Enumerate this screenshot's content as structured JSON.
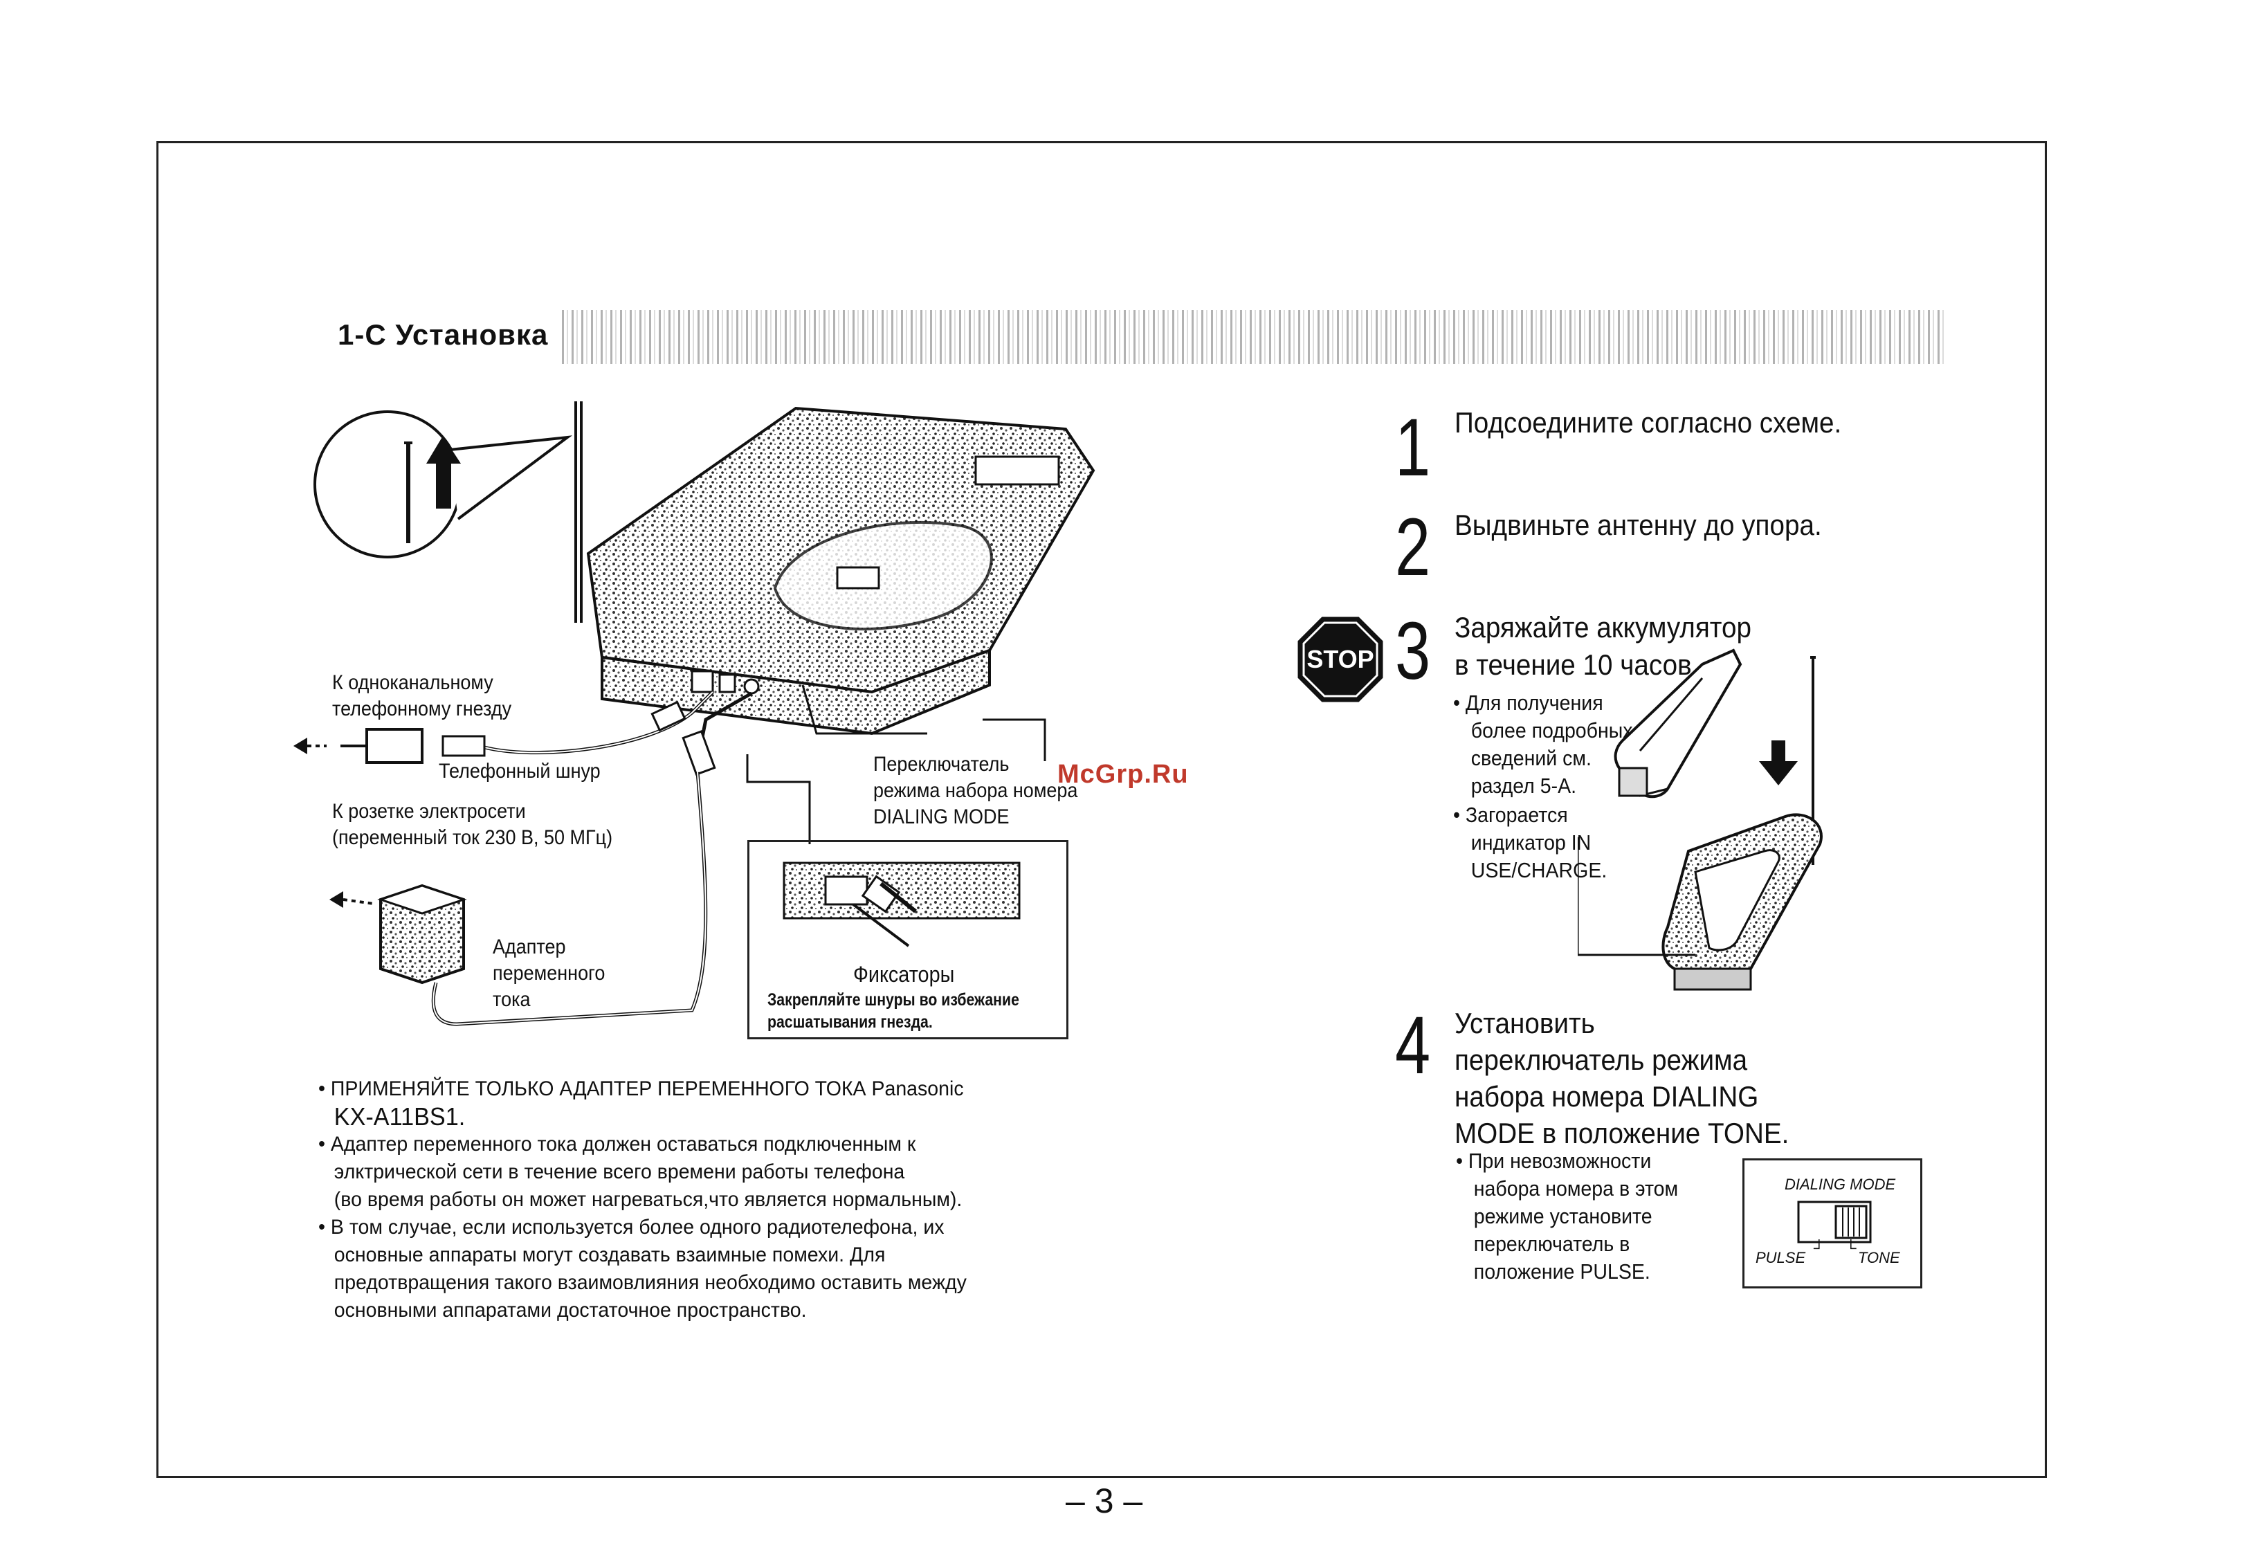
{
  "section": {
    "title": "1-C Установка"
  },
  "steps": [
    {
      "number": "1",
      "lines": [
        "Подсоедините согласно схеме."
      ]
    },
    {
      "number": "2",
      "lines": [
        "Выдвиньте антенну до упора."
      ]
    },
    {
      "number": "3",
      "lines": [
        "Заряжайте аккумулятор",
        "в течение 10 часов."
      ],
      "bullets": [
        [
          "• Для получения",
          "более подробных",
          "сведений см.",
          "раздел 5-А."
        ],
        [
          "• Загорается",
          "индикатор IN",
          "USE/CHARGE."
        ]
      ]
    },
    {
      "number": "4",
      "lines": [
        "Установить",
        "переключатель режима",
        "набора номера DIALING",
        "MODE в положение TONE."
      ],
      "bullets": [
        [
          "• При невозможности",
          "набора номера в этом",
          "режиме установите",
          "переключатель в",
          "положение PULSE."
        ]
      ]
    }
  ],
  "stop_label": "STOP",
  "diagram_labels": {
    "jack": [
      "К одноканальному",
      "телефонному гнезду"
    ],
    "cord": "Телефонный шнур",
    "outlet": [
      "К розетке электросети",
      "(переменный ток 230 В, 50 МГц)"
    ],
    "adapter": [
      "Адаптер",
      "переменного",
      "тока"
    ],
    "switch": [
      "Переключатель",
      "режима набора номера",
      "DIALING MODE"
    ],
    "clips": "Фиксаторы",
    "clips_note": [
      "Закрепляйте шнуры во избежание",
      "расшатывания гнезда."
    ]
  },
  "dialing_mode_box": {
    "title": "DIALING MODE",
    "pulse": "PULSE",
    "tone": "TONE"
  },
  "notes": [
    [
      "• ПРИМЕНЯЙТЕ ТОЛЬКО АДАПТЕР ПЕРЕМЕННОГО ТОКА Panasonic",
      "KX-A11BS1."
    ],
    [
      "• Адаптер переменного тока должен оставаться подключенным к",
      "элктрической сети в течение всего времени работы телефона",
      "(во время работы он может нагреваться,что является нормальным)."
    ],
    [
      "• В том случае, если используется более одного радиотелефона, их",
      "основные аппараты могут создавать взаимные помехи. Для",
      "предотвращения такого взаимовлияния необходимо оставить между",
      "основными аппаратами достаточное пространство."
    ]
  ],
  "watermark": "McGrp.Ru",
  "page_number": "– 3 –"
}
